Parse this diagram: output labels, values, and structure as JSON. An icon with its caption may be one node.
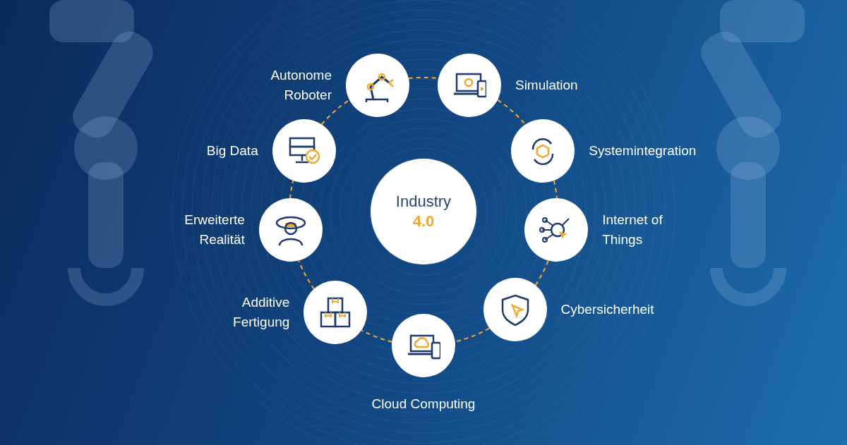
{
  "diagram": {
    "nodes": [
      {
        "text": [
          "Industry",
          "4.0"
        ]
      },
      {
        "text": [
          "Autonome Roboter"
        ]
      },
      {
        "text": [
          "Simulation"
        ]
      },
      {
        "text": [
          "Systemintegration"
        ]
      },
      {
        "text": [
          "Internet of Things"
        ]
      },
      {
        "text": [
          "Cybersicherheit"
        ]
      },
      {
        "text": [
          "Cloud Computing"
        ]
      },
      {
        "text": [
          "Additive Fertigung"
        ]
      },
      {
        "text": [
          "Erweiterte Realität"
        ]
      },
      {
        "text": [
          "Big Data"
        ]
      }
    ],
    "edges": [
      {
        "from": 1,
        "to": 2,
        "arrow": "none",
        "style": "dashed"
      },
      {
        "from": 2,
        "to": 3,
        "arrow": "none",
        "style": "dashed"
      },
      {
        "from": 3,
        "to": 4,
        "arrow": "none",
        "style": "dashed"
      },
      {
        "from": 4,
        "to": 5,
        "arrow": "none",
        "style": "dashed"
      },
      {
        "from": 5,
        "to": 6,
        "arrow": "none",
        "style": "dashed"
      },
      {
        "from": 6,
        "to": 7,
        "arrow": "none",
        "style": "dashed"
      },
      {
        "from": 7,
        "to": 8,
        "arrow": "none",
        "style": "dashed"
      },
      {
        "from": 8,
        "to": 9,
        "arrow": "none",
        "style": "dashed"
      },
      {
        "from": 9,
        "to": 1,
        "arrow": "none",
        "style": "dashed"
      }
    ]
  }
}
